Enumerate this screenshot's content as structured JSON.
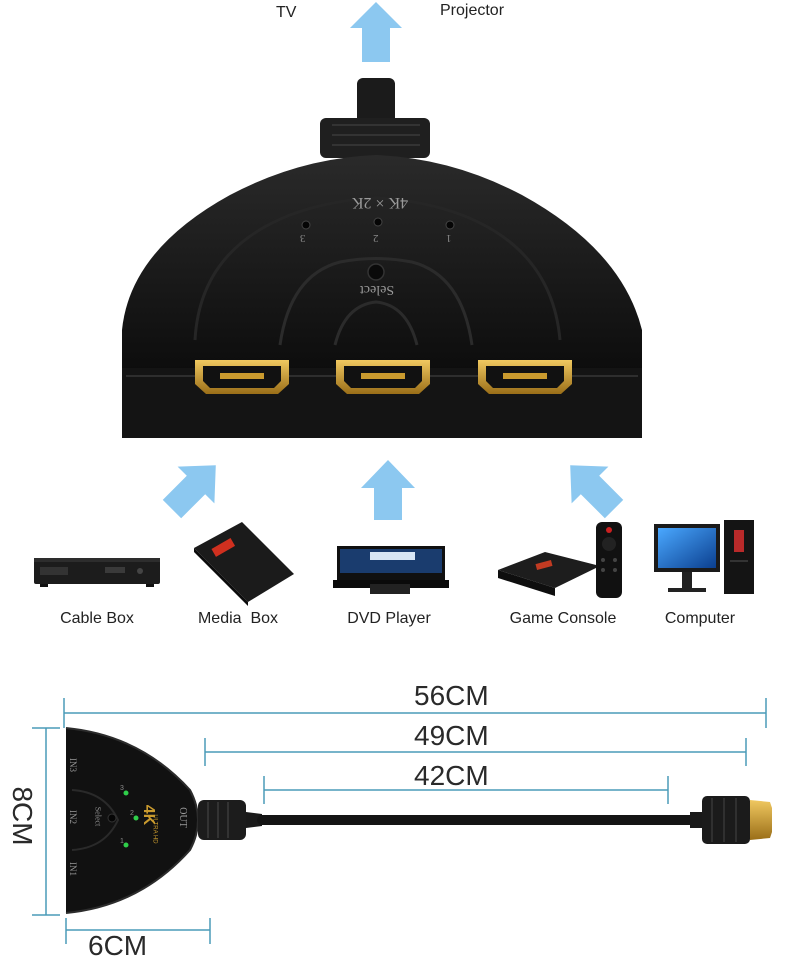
{
  "outputs": {
    "tv": "TV",
    "projector": "Projector"
  },
  "switch": {
    "badge": "4K × 2K",
    "select_label": "Select",
    "leds": [
      "3",
      "2",
      "1"
    ]
  },
  "devices": [
    {
      "id": "cable-box",
      "label": "Cable Box"
    },
    {
      "id": "media-box",
      "label": "Media  Box"
    },
    {
      "id": "dvd-player",
      "label": "DVD Player"
    },
    {
      "id": "game-console",
      "label": "Game Console"
    },
    {
      "id": "computer",
      "label": "Computer"
    }
  ],
  "dimensions": {
    "total": "56CM",
    "cable_plus_head": "49CM",
    "cable": "42CM",
    "height": "8CM",
    "width": "6CM"
  },
  "small_switch": {
    "ports": [
      "IN3",
      "IN2",
      "IN1"
    ],
    "out": "OUT",
    "badge": "4K",
    "sub": "ULTRA HD",
    "select": "Select",
    "leds": [
      "3",
      "2",
      "1"
    ]
  },
  "colors": {
    "arrow": "#8cc8f0",
    "dimension_line": "#4a9bb8",
    "device_body": "#141414",
    "hdmi_gold": "#c99a2e"
  }
}
